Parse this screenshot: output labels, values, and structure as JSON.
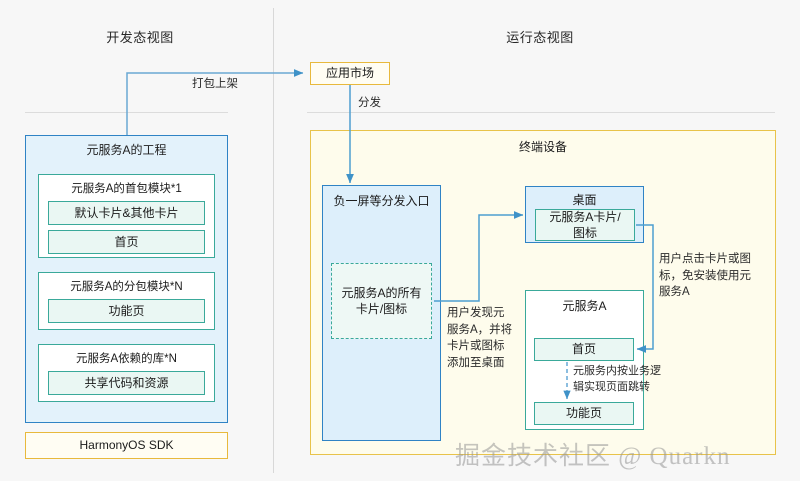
{
  "diagram": {
    "panels": {
      "left_title": "开发态视图",
      "right_title": "运行态视图"
    },
    "left": {
      "project": {
        "title": "元服务A的工程",
        "modules": [
          {
            "title": "元服务A的首包模块*1",
            "items": [
              "默认卡片&其他卡片",
              "首页"
            ]
          },
          {
            "title": "元服务A的分包模块*N",
            "items": [
              "功能页"
            ]
          },
          {
            "title": "元服务A依赖的库*N",
            "items": [
              "共享代码和资源"
            ]
          }
        ]
      },
      "sdk": "HarmonyOS SDK"
    },
    "right": {
      "app_market": "应用市场",
      "device": {
        "title": "终端设备",
        "entry": {
          "title": "负一屏等分发入口",
          "cards": "元服务A的所有\n卡片/图标"
        },
        "desktop": {
          "title": "桌面",
          "card": "元服务A卡片/\n图标"
        },
        "service": {
          "title": "元服务A",
          "home": "首页",
          "feature": "功能页"
        }
      }
    },
    "edges": {
      "publish": "打包上架",
      "distribute": "分发",
      "discover": "用户发现元\n服务A，并将\n卡片或图标\n添加至桌面",
      "click": "用户点击卡片或图\n标，免安装使用元\n服务A",
      "navigate": "元服务内按业务逻\n辑实现页面跳转"
    },
    "watermark": "掘金技术社区 @ Quarkn",
    "colors": {
      "blue_stroke": "#2f83c5",
      "blue_fill": "#e3f2fb",
      "teal_stroke": "#3aa99a",
      "teal_fill": "#eaf7f3",
      "amber_stroke": "#e8b93c",
      "amber_fill": "#fefcec",
      "arrow": "#4d9ed0",
      "background": "#f7f7f7"
    }
  }
}
